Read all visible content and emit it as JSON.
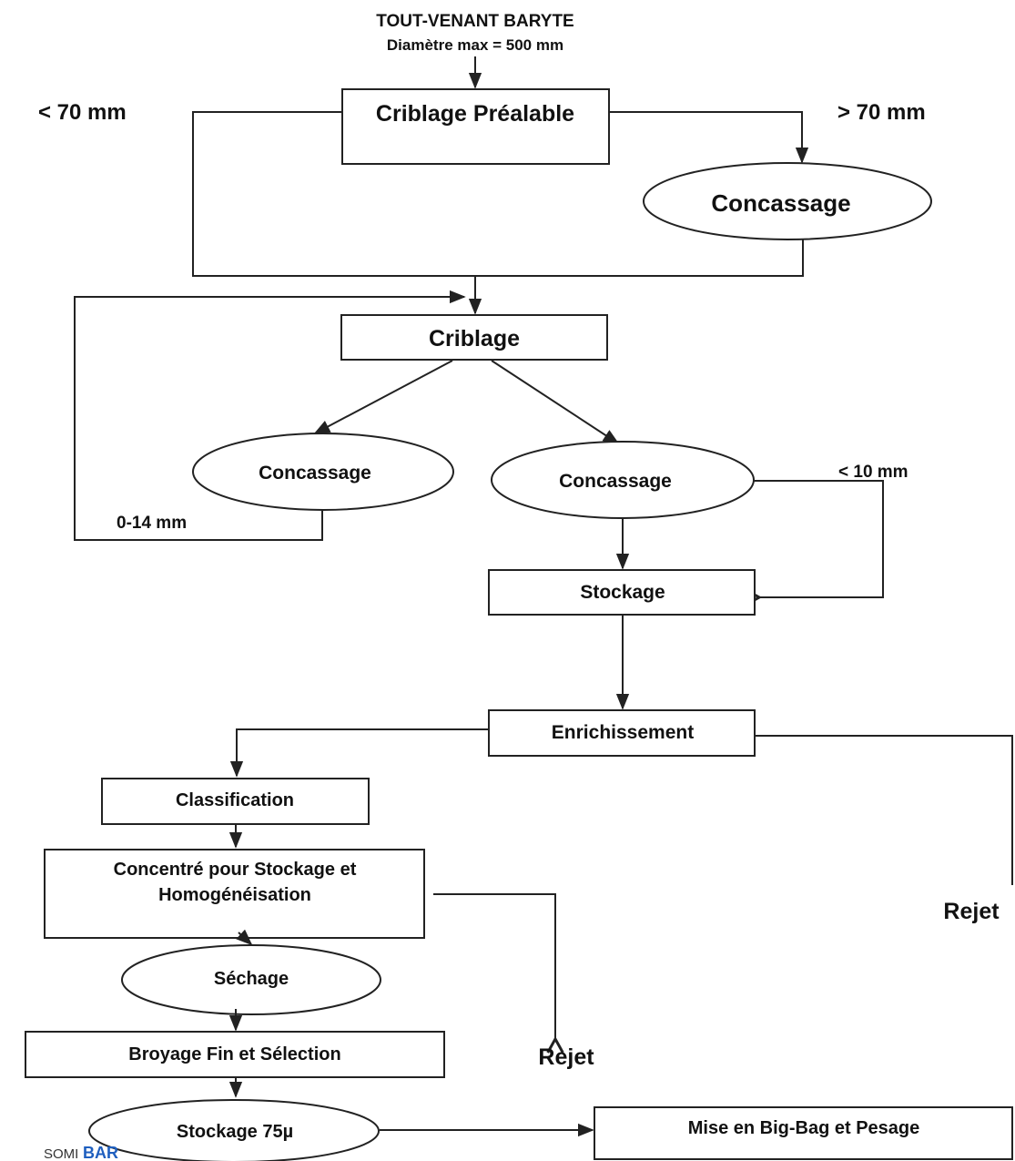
{
  "source": {
    "title": "TOUT-VENANT BARYTE",
    "subtitle": "Diamètre max = 500 mm"
  },
  "side_labels": {
    "lt70": "< 70 mm",
    "gt70": "> 70 mm",
    "r0_14": "0-14 mm",
    "lt10": "< 10 mm"
  },
  "nodes": {
    "criblage_prealable": "Criblage Préalable",
    "concassage_primary": "Concassage",
    "criblage": "Criblage",
    "concassage_left": "Concassage",
    "concassage_right": "Concassage",
    "stockage": "Stockage",
    "enrichissement": "Enrichissement",
    "classification": "Classification",
    "concentre_line1": "Concentré pour Stockage et",
    "concentre_line2": "Homogénéisation",
    "sechage": "Séchage",
    "broyage": "Broyage Fin et Sélection",
    "stockage75": "Stockage 75µ",
    "mise_big_bag": "Mise en Big-Bag et Pesage"
  },
  "outputs": {
    "rejet_right": "Rejet",
    "rejet_middle": "Rejet"
  },
  "logo": {
    "prefix": "SOMI",
    "suffix": "BAR",
    "accent_color": "#1f5fbf"
  }
}
